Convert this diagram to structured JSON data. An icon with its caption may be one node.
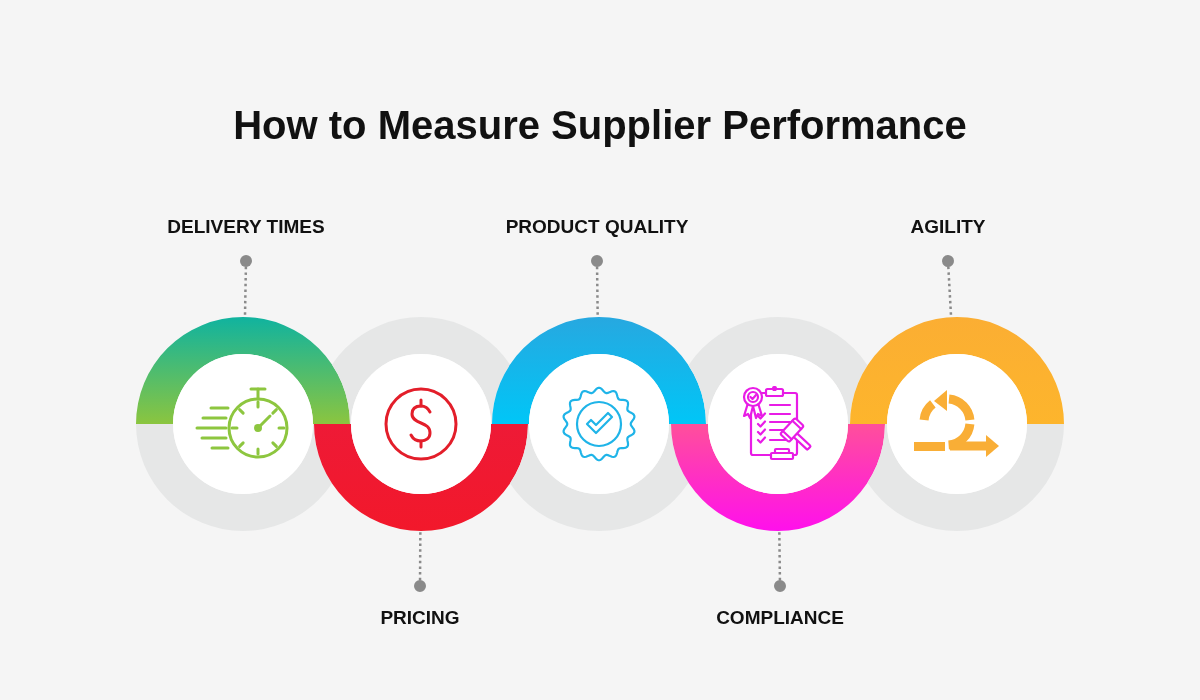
{
  "diagram": {
    "title": "How to Measure Supplier Performance",
    "nodes": [
      {
        "text": [
          "DELIVERY TIMES"
        ]
      },
      {
        "text": [],
        "shape": "circle"
      },
      {
        "text": [
          "PRICING"
        ]
      },
      {
        "text": [],
        "shape": "circle"
      },
      {
        "text": [
          "PRODUCT QUALITY"
        ]
      },
      {
        "text": [],
        "shape": "circle"
      },
      {
        "text": [
          "COMPLIANCE"
        ]
      },
      {
        "text": [],
        "shape": "circle"
      },
      {
        "text": [
          "AGILITY"
        ]
      },
      {
        "text": [],
        "shape": "circle"
      }
    ],
    "edges": [
      {
        "from": 0,
        "to": 1,
        "arrow": "other",
        "style": "dashed"
      },
      {
        "from": 2,
        "to": 3,
        "arrow": "other",
        "style": "dashed"
      },
      {
        "from": 4,
        "to": 5,
        "arrow": "other",
        "style": "dashed"
      },
      {
        "from": 6,
        "to": 7,
        "arrow": "other",
        "style": "dashed"
      },
      {
        "from": 8,
        "to": 9,
        "arrow": "other",
        "style": "dashed"
      }
    ]
  }
}
